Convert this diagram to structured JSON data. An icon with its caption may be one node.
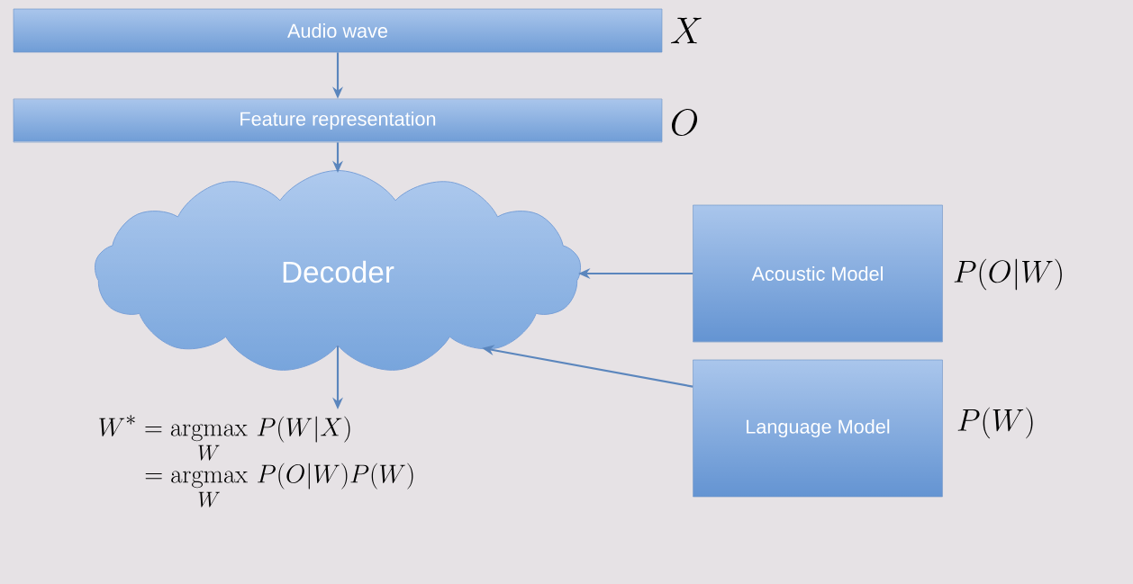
{
  "diagram": {
    "nodes": [
      {
        "text": [
          "Audio wave"
        ],
        "beside": [
          "X"
        ]
      },
      {
        "text": [
          "Feature representation"
        ],
        "beside": [
          "O"
        ]
      },
      {
        "text": [
          "Decoder"
        ]
      },
      {
        "text": [
          "Acoustic Model"
        ],
        "beside": [
          "P(O|W)"
        ]
      },
      {
        "text": [
          "Language Model"
        ],
        "beside": [
          "P(W)"
        ]
      },
      {
        "text": [
          "W^* = \\operatorname*{argmax}_W \\, P(W|X)",
          "= \\operatorname*{argmax}_W \\, P(O|W)P(W)"
        ]
      }
    ],
    "edges": [
      {
        "from": 0,
        "to": 1,
        "arrow": "to"
      },
      {
        "from": 1,
        "to": 2,
        "arrow": "to"
      },
      {
        "from": 3,
        "to": 2,
        "arrow": "to"
      },
      {
        "from": 4,
        "to": 2,
        "arrow": "to"
      },
      {
        "from": 2,
        "to": 5,
        "arrow": "to"
      }
    ]
  }
}
